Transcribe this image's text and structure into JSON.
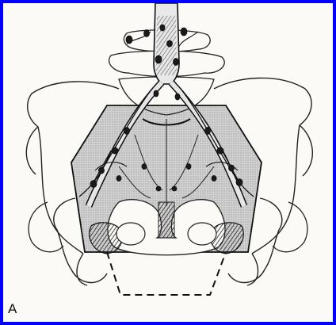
{
  "figure": {
    "panel_letter": "A",
    "colors": {
      "background_border": "#0000ff",
      "paper": "#fbfaf7",
      "ink": "#1a1a1a",
      "field_shade": "#c8c8c8",
      "node_fill": "#1a1a1a"
    },
    "icons": [
      "pelvis-outline",
      "sacrum",
      "aorta",
      "iliac-vessels",
      "lymph-nodes",
      "radiation-field",
      "dashed-extension"
    ]
  }
}
